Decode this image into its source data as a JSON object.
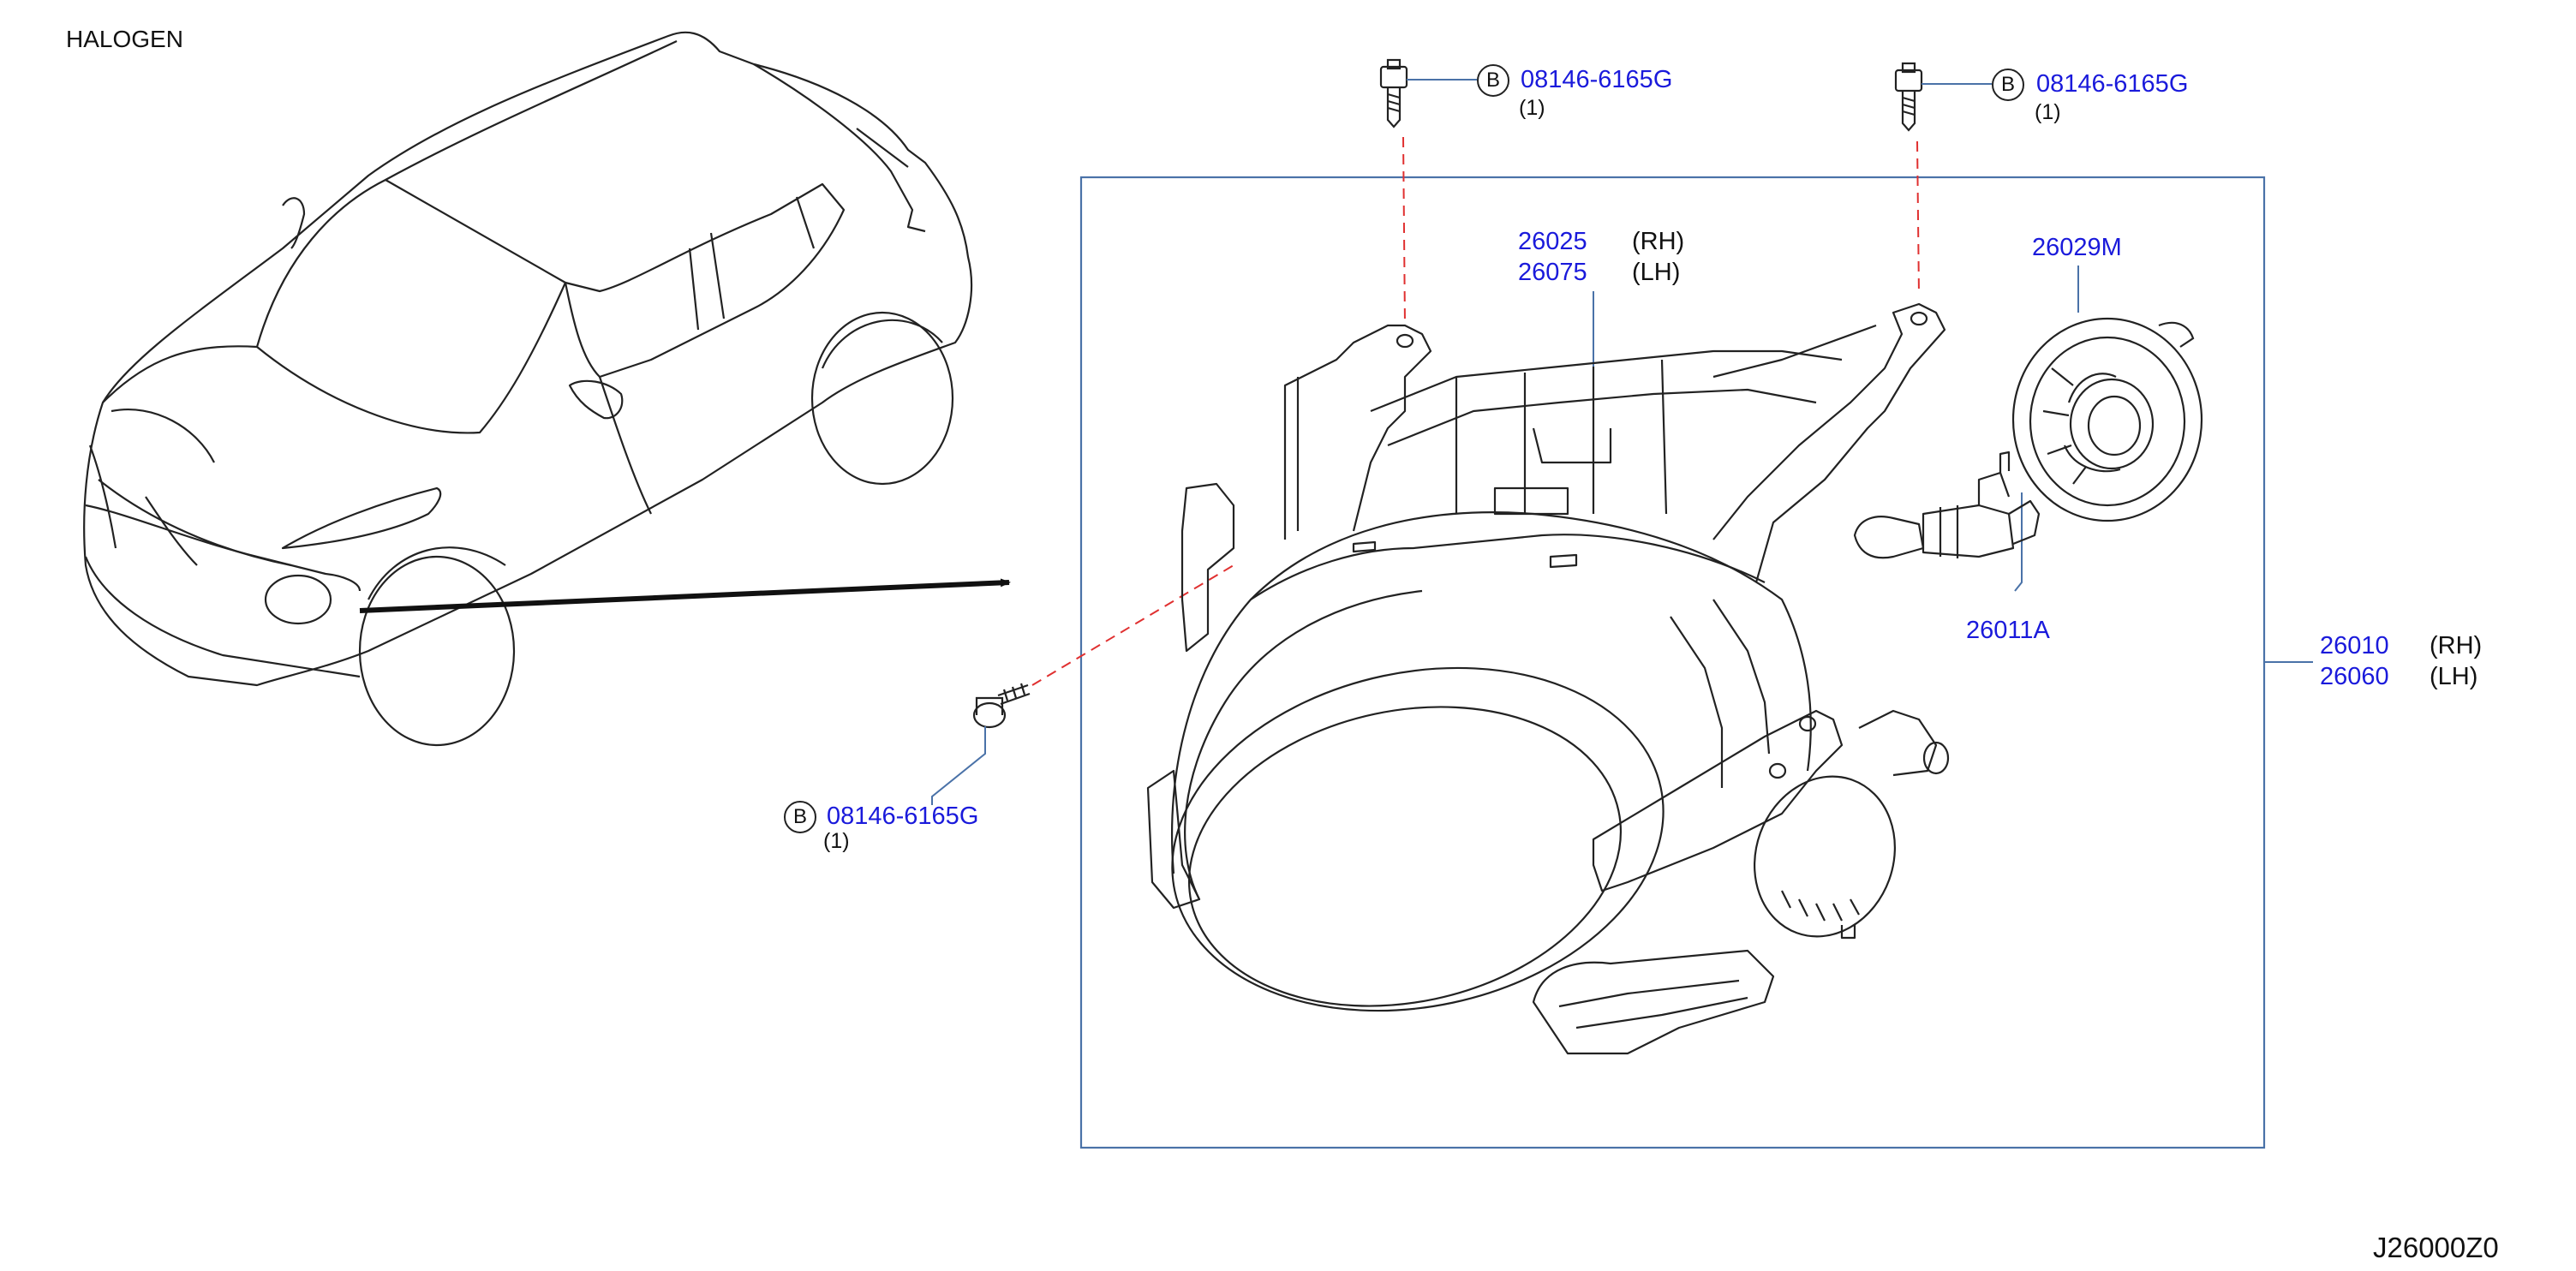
{
  "variant": "HALOGEN",
  "diagram_code": "J26000Z0",
  "colors": {
    "callout": "#1a1adb",
    "frame": "#4a72a8",
    "hidden_line": "#e03030",
    "drawing": "#222222"
  },
  "bolt_callouts": [
    {
      "symbol": "B",
      "part_no": "08146-6165G",
      "qty": "(1)"
    },
    {
      "symbol": "B",
      "part_no": "08146-6165G",
      "qty": "(1)"
    },
    {
      "symbol": "B",
      "part_no": "08146-6165G",
      "qty": "(1)"
    }
  ],
  "housing": {
    "rh_no": "26025",
    "rh": "(RH)",
    "lh_no": "26075",
    "lh": "(LH)"
  },
  "cap": {
    "part_no": "26029M"
  },
  "bulb": {
    "part_no": "26011A"
  },
  "assembly": {
    "rh_no": "26010",
    "rh": "(RH)",
    "lh_no": "26060",
    "lh": "(LH)"
  }
}
